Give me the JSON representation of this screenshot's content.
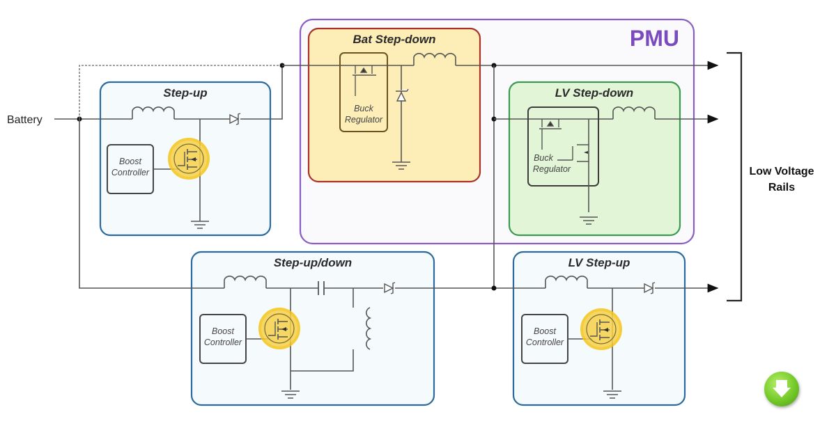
{
  "diagram": {
    "input_label": "Battery",
    "output_label_line1": "Low Voltage",
    "output_label_line2": "Rails",
    "pmu_label": "PMU",
    "blocks": {
      "step_up": {
        "title": "Step-up",
        "controller_line1": "Boost",
        "controller_line2": "Controller"
      },
      "bat_step_down": {
        "title": "Bat Step-down",
        "regulator_line1": "Buck",
        "regulator_line2": "Regulator"
      },
      "lv_step_down": {
        "title": "LV Step-down",
        "regulator_line1": "Buck",
        "regulator_line2": "Regulator"
      },
      "step_up_down": {
        "title": "Step-up/down",
        "controller_line1": "Boost",
        "controller_line2": "Controller"
      },
      "lv_step_up": {
        "title": "LV Step-up",
        "controller_line1": "Boost",
        "controller_line2": "Controller"
      }
    },
    "colors": {
      "pmu_border": "#8a5cc4",
      "step_up_border": "#2a6a9e",
      "bat_step_down_border": "#a83228",
      "bat_step_down_fill": "#fdeeb8",
      "lv_step_down_border": "#3a9a52",
      "lv_step_down_fill": "#e2f5d6",
      "highlight": "#f5c518"
    }
  },
  "navigation": {
    "next_button": "next"
  }
}
